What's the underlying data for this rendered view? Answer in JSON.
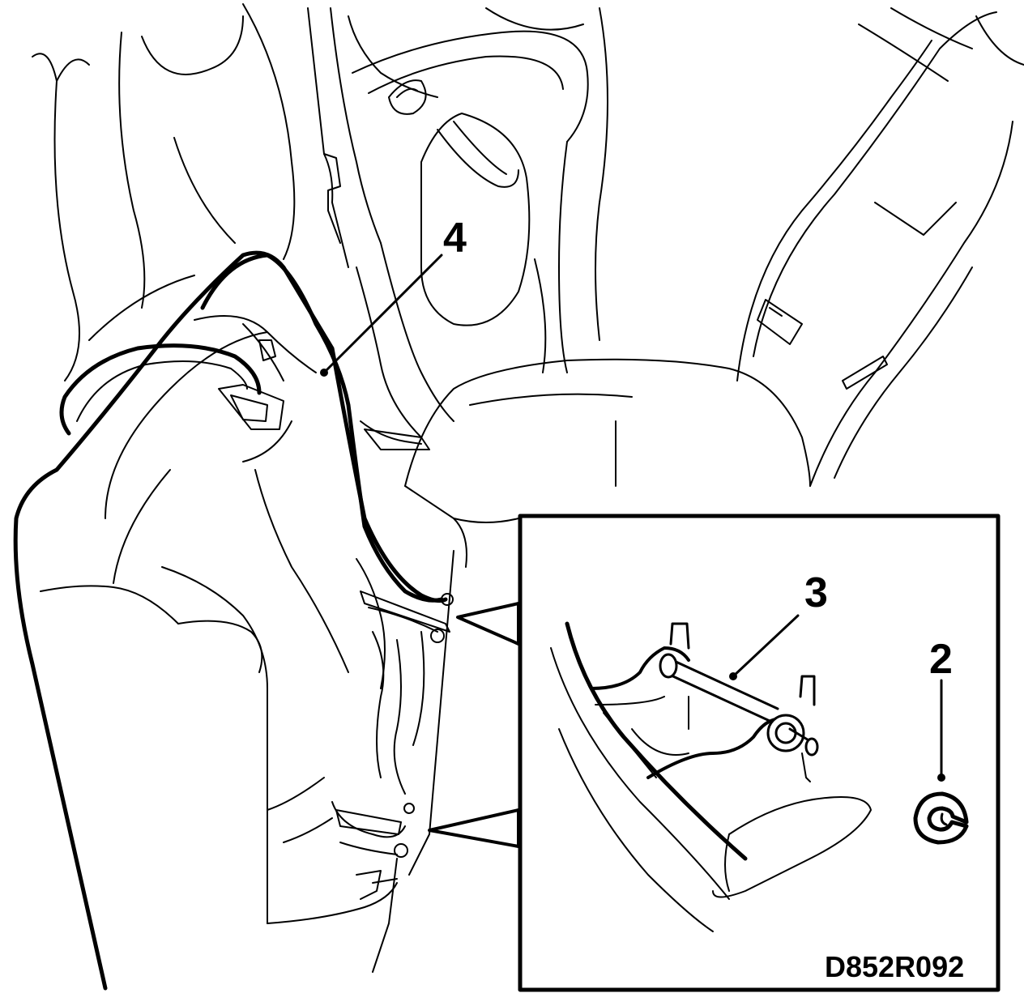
{
  "callouts": {
    "c4": "4",
    "c3": "3",
    "c2": "2"
  },
  "figure_code": "D852R092",
  "colors": {
    "line": "#000000",
    "background": "#ffffff"
  }
}
